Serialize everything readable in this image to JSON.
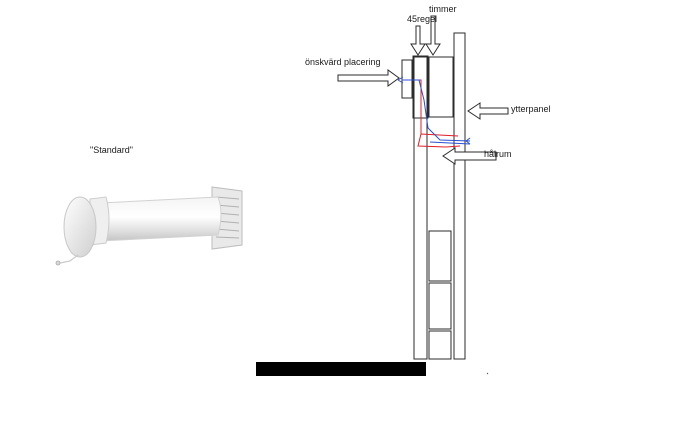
{
  "product_photo": {
    "caption": "\"Standard\"",
    "item": "wall-vent-tube"
  },
  "wall_diagram": {
    "labels": {
      "timber": "timmer",
      "stud_45": "45regel",
      "desired_placement": "önskvärd placering",
      "outer_panel": "ytterpanel",
      "cavity": "hålrum"
    },
    "colors": {
      "outline": "#2b2b2b",
      "red_path": "#e0202a",
      "blue_path": "#2b4fd0",
      "floor_bar": "#000000"
    }
  }
}
